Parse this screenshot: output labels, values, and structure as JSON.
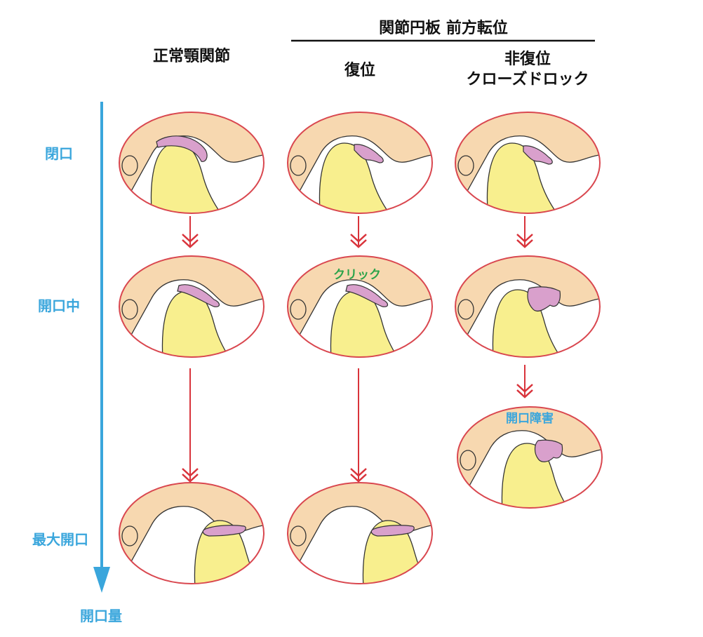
{
  "headers": {
    "normal": "正常顎関節",
    "group": "関節円板 前方転位",
    "reduction": "復位",
    "non_reduction": "非復位",
    "closed_lock": "クローズドロック"
  },
  "rows": {
    "closed": "閉口",
    "opening": "開口中",
    "max_open": "最大開口",
    "axis": "開口量"
  },
  "annotations": {
    "click": "クリック",
    "open_limit": "開口障害"
  },
  "colors": {
    "bone": "#f7d8b0",
    "condyle": "#f8ef8e",
    "disc": "#d9a0cc",
    "outline": "#d9474f",
    "arrow": "#d9333b",
    "axis": "#3aa6dc",
    "click": "#2aa34a"
  }
}
